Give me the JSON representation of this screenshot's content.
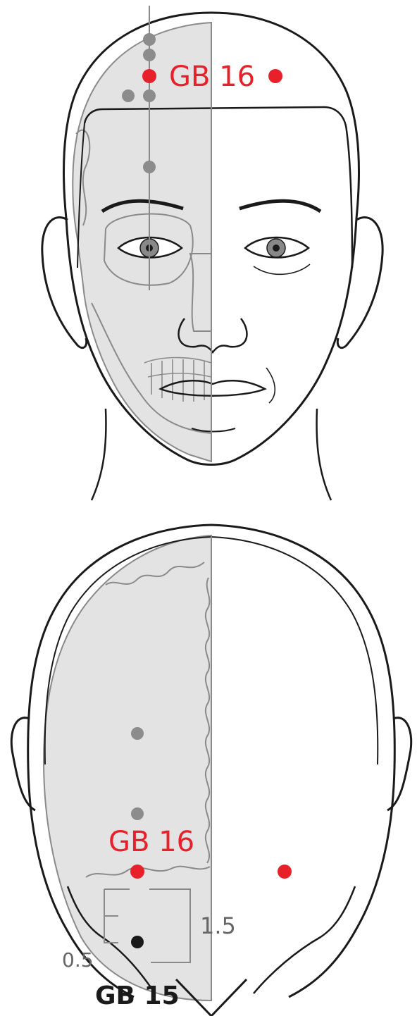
{
  "front_view": {
    "label": "GB 16",
    "label_color": "#e8202a",
    "neighbor_point_color": "#8c8c8c"
  },
  "back_view": {
    "label": "GB 16",
    "label_color": "#e8202a",
    "secondary_label": "GB 15",
    "measure_vertical": "1.5",
    "measure_horizontal": "0.5",
    "neighbor_point_color": "#8c8c8c"
  },
  "colors": {
    "outline": "#1a1a1a",
    "skull_shade": "#e3e3e3",
    "skull_line": "#8a8a8a",
    "accent": "#e8202a"
  }
}
